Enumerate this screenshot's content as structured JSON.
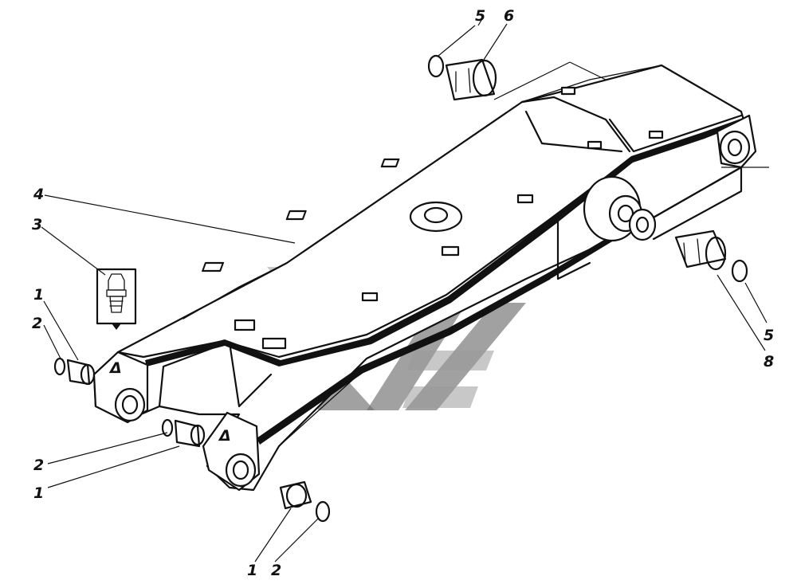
{
  "callouts": {
    "c1a": "1",
    "c2a": "2",
    "c2b": "2",
    "c1b": "1",
    "c3": "3",
    "c4": "4",
    "c5a": "5",
    "c6": "6",
    "c5b": "5",
    "c8": "8",
    "c1c": "1",
    "c2c": "2"
  },
  "colors": {
    "line": "#111111",
    "watermark": "#9a9a9a"
  }
}
